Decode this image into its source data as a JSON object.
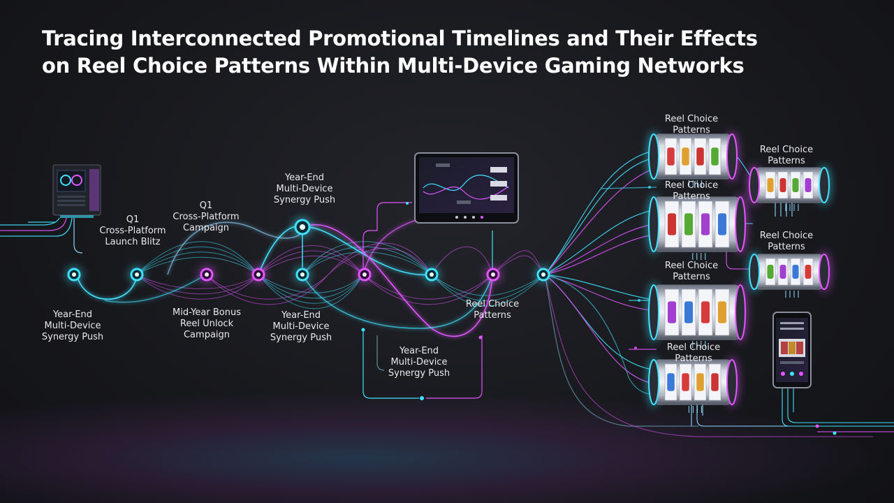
{
  "title": {
    "line1": "Tracing Interconnected Promotional Timelines and Their Effects",
    "line2": "on Reel Choice Patterns Within Multi-Device Gaming Networks"
  },
  "labels": {
    "q1_launch": [
      "Q1",
      "Cross-Platform",
      "Launch Blitz"
    ],
    "q1_campaign": [
      "Q1",
      "Cross-Platform",
      "Campaign"
    ],
    "yearend_top": [
      "Year-End",
      "Multi-Device",
      "Synergy Push"
    ],
    "yearend_left": [
      "Year-End",
      "Multi-Device",
      "Synergy Push"
    ],
    "midyear": [
      "Mid-Year Bonus",
      "Reel Unlock",
      "Campaign"
    ],
    "yearend_mid": [
      "Year-End",
      "Multi-Device",
      "Synergy Push"
    ],
    "yearend_bottom": [
      "Year-End",
      "Multi-Device",
      "Synergy Push"
    ],
    "reel_center": [
      "Reel Choice",
      "Patterns"
    ],
    "reel_1": [
      "Reel Choice",
      "Patterns"
    ],
    "reel_2": [
      "Reel Choice",
      "Patterns"
    ],
    "reel_3": [
      "Reel Choice",
      "Patterns"
    ],
    "reel_4": [
      "Reel Choice",
      "Patterns"
    ],
    "reel_5": [
      "Reel Choice",
      "Patterns"
    ],
    "reel_6": [
      "Reel Choice",
      "Patterns"
    ]
  },
  "colors": {
    "cyan": "#3fe3ff",
    "magenta": "#e255ff",
    "background": "#17181c"
  },
  "icons": [
    "desktop-pc-icon",
    "tablet-icon",
    "smartphone-icon",
    "slot-machine-icon"
  ]
}
